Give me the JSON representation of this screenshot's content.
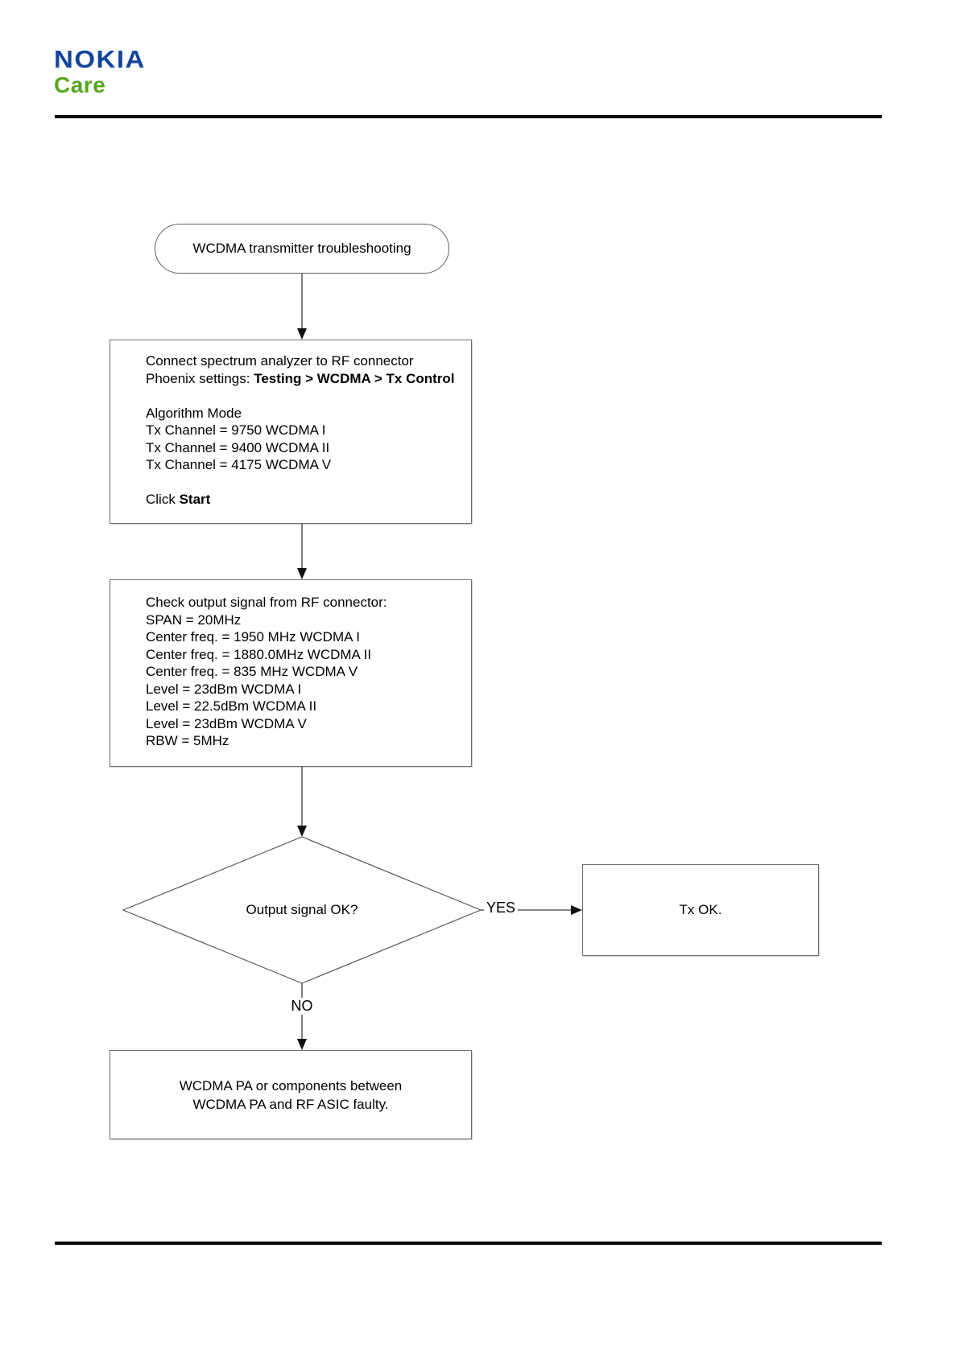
{
  "brand": {
    "name": "NOKIA",
    "sub_brand": "Care",
    "nokia_blue": "#13459c",
    "care_green": "#57a51f"
  },
  "flowchart": {
    "start": {
      "label": "WCDMA transmitter troubleshooting"
    },
    "setup_box": {
      "line_connect": "Connect spectrum analyzer to RF connector",
      "line_phoenix_prefix": "Phoenix settings: ",
      "line_phoenix_path": "Testing > WCDMA > Tx Control",
      "line_algorithm": "Algorithm Mode",
      "line_tx_channel_1": "Tx Channel = 9750 WCDMA I",
      "line_tx_channel_2": "Tx Channel = 9400 WCDMA II",
      "line_tx_channel_3": "Tx Channel = 4175 WCDMA V",
      "line_click_prefix": "Click ",
      "line_click_button": "Start"
    },
    "check_box": {
      "lines": [
        "Check output signal from RF connector:",
        "SPAN = 20MHz",
        "Center freq. = 1950 MHz WCDMA I",
        "Center freq. = 1880.0MHz WCDMA II",
        "Center freq. = 835 MHz WCDMA V",
        "Level = 23dBm WCDMA I",
        "Level = 22.5dBm WCDMA II",
        "Level = 23dBm WCDMA V",
        "RBW = 5MHz"
      ]
    },
    "decision": {
      "question": "Output signal OK?",
      "yes_label": "YES",
      "no_label": "NO"
    },
    "tx_ok_box": {
      "label": "Tx OK."
    },
    "fault_box": {
      "line1": "WCDMA PA or components between",
      "line2": "WCDMA PA and RF ASIC faulty."
    }
  }
}
